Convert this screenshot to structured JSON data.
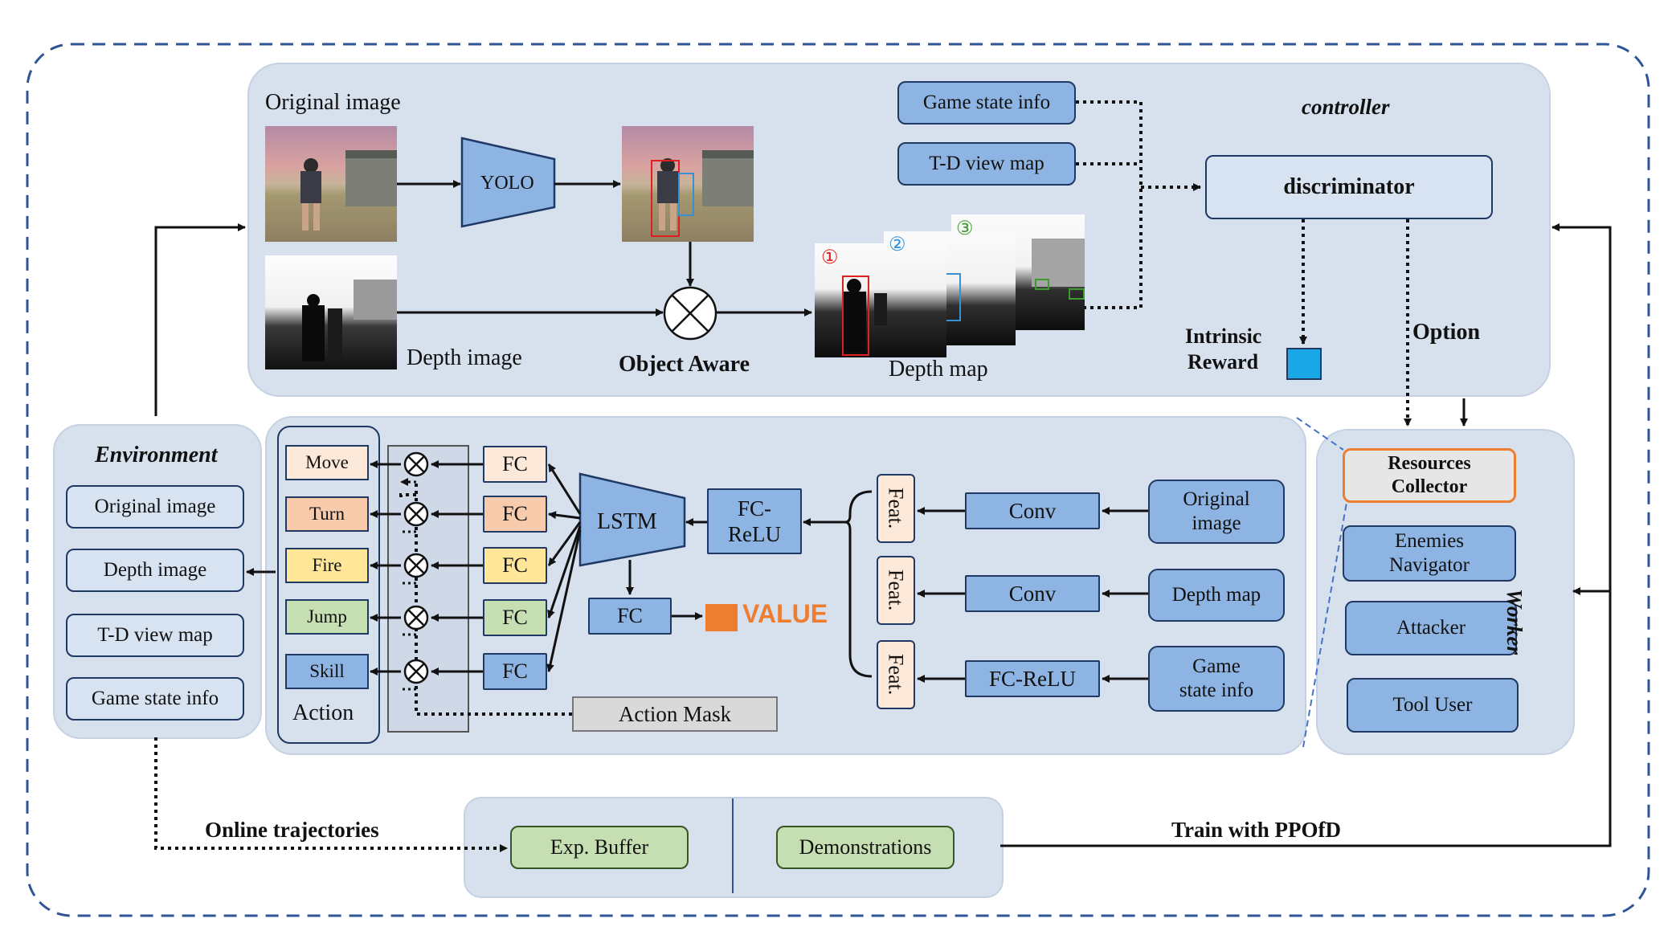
{
  "controller": {
    "title": "controller",
    "original_image_label": "Original image",
    "depth_image_label": "Depth image",
    "yolo_label": "YOLO",
    "object_aware_label": "Object Aware",
    "depth_map_label": "Depth map",
    "game_state_info": "Game state info",
    "td_view_map": "T-D view map",
    "discriminator": "discriminator",
    "intrinsic_reward_line1": "Intrinsic",
    "intrinsic_reward_line2": "Reward",
    "option_label": "Option",
    "depth_markers": [
      "①",
      "②",
      "③"
    ]
  },
  "environment": {
    "title": "Environment",
    "items": [
      "Original image",
      "Depth image",
      "T-D view map",
      "Game state info"
    ]
  },
  "network": {
    "actions": [
      "Move",
      "Turn",
      "Fire",
      "Jump",
      "Skill"
    ],
    "action_label": "Action",
    "fc_label": "FC",
    "lstm_label": "LSTM",
    "fc_relu_line1": "FC-",
    "fc_relu_line2": "ReLU",
    "value_label": "VALUE",
    "action_mask_label": "Action Mask",
    "feat_label": "Feat.",
    "conv_label": "Conv",
    "fc_relu_label": "FC-ReLU",
    "inputs": {
      "original_line1": "Original",
      "original_line2": "image",
      "depth_map": "Depth map",
      "game_state_line1": "Game",
      "game_state_line2": "state info"
    }
  },
  "worker": {
    "title": "Worker",
    "resources_line1": "Resources",
    "resources_line2": "Collector",
    "enemies_line1": "Enemies",
    "enemies_line2": "Navigator",
    "attacker": "Attacker",
    "tool_user": "Tool User"
  },
  "bottom": {
    "online_trajectories": "Online trajectories",
    "exp_buffer": "Exp. Buffer",
    "demonstrations": "Demonstrations",
    "train_label": "Train with PPOfD"
  },
  "colors": {
    "panel": "#d7e1ee",
    "blue_box": "#8db4e2",
    "border_dark": "#1f3864",
    "value_orange": "#ed7d31",
    "reward_blue": "#1aa7e6",
    "move": "#fde9d9",
    "turn": "#f8cbad",
    "fire": "#ffe699",
    "jump": "#c6dfb2",
    "skill": "#8db4e2"
  }
}
